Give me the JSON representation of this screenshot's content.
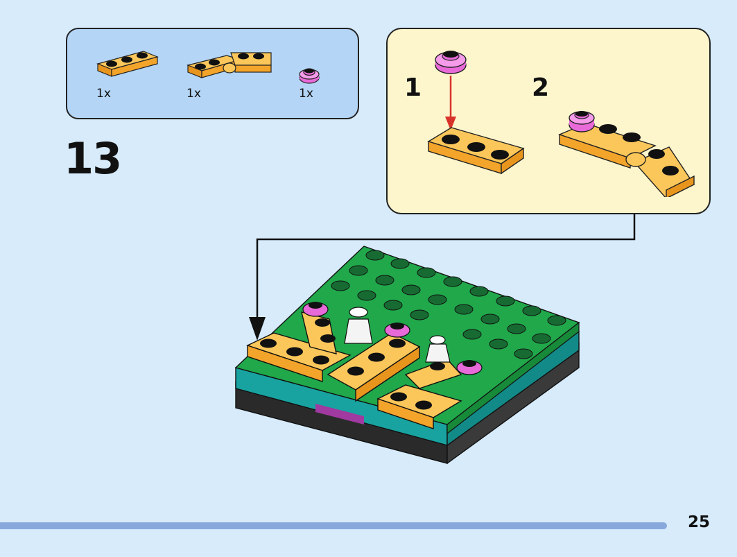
{
  "parts": [
    {
      "icon": "orange-plate-1x3-icon",
      "qty": "1x"
    },
    {
      "icon": "orange-hinge-plate-icon",
      "qty": "1x"
    },
    {
      "icon": "pink-round-plate-icon",
      "qty": "1x"
    }
  ],
  "step_number": "13",
  "substeps": [
    {
      "number": "1"
    },
    {
      "number": "2"
    }
  ],
  "page_number": "25",
  "colors": {
    "background": "#d7ebfb",
    "parts_box": "#b4d5f5",
    "substep_box": "#fdf5cc",
    "orange": "#f9aa2a",
    "pink": "#e86ad8",
    "green": "#20a84a",
    "teal": "#18a3a0",
    "arrow_red": "#d8332a",
    "footer_bar": "#88a8dc"
  }
}
